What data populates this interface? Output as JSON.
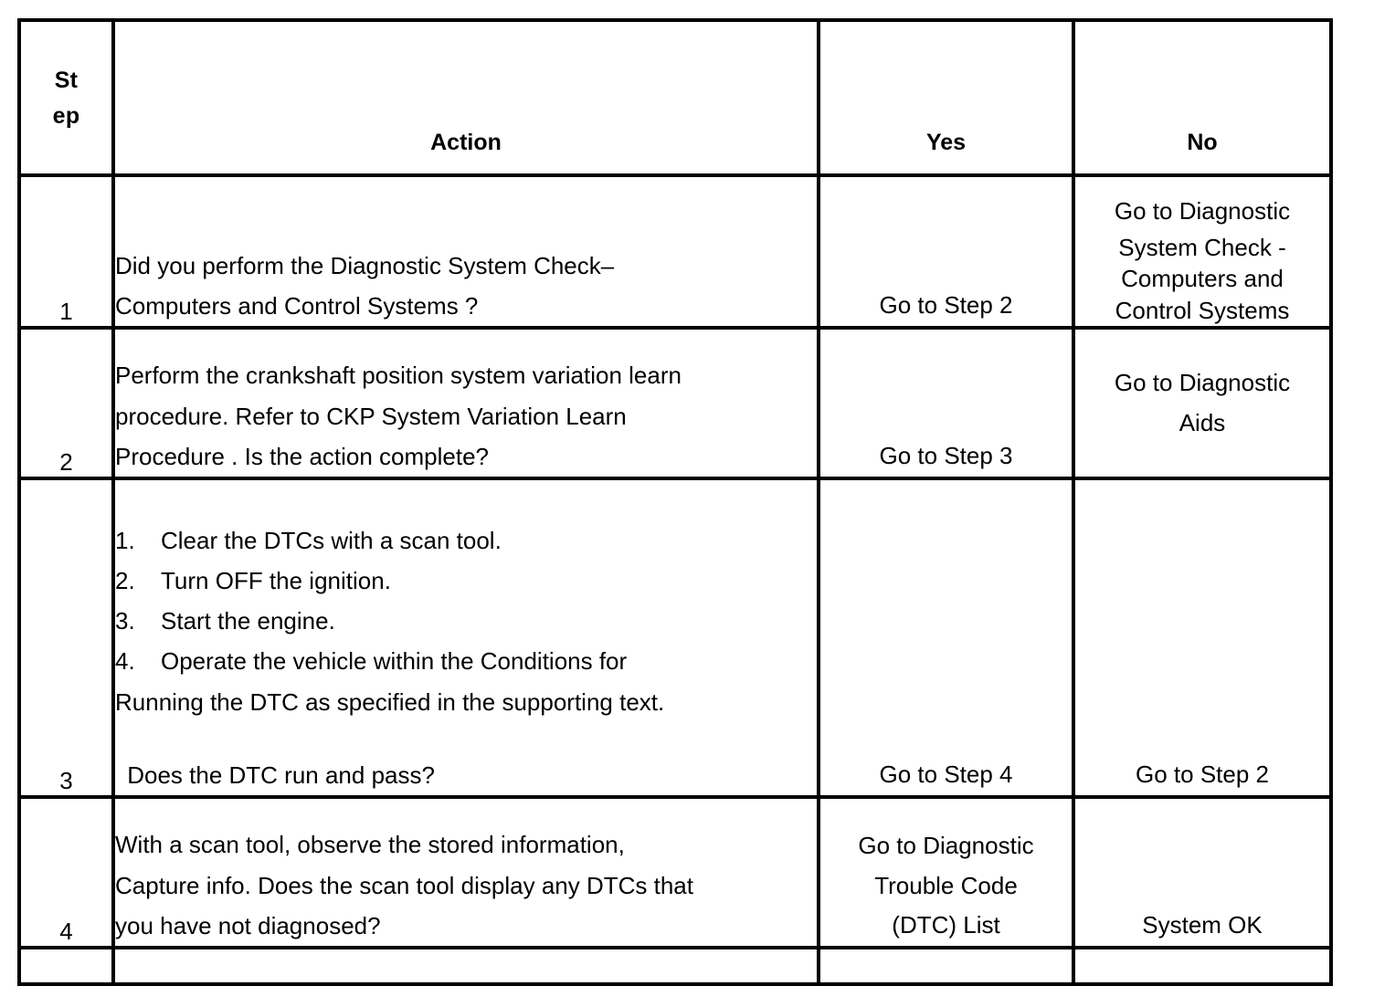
{
  "table": {
    "headers": {
      "step_line1": "St",
      "step_line2": "ep",
      "action": "Action",
      "yes": "Yes",
      "no": "No"
    },
    "rows": [
      {
        "step": "1",
        "action_lines": [
          "Did you perform the Diagnostic System Check–",
          "Computers and Control Systems ?"
        ],
        "yes_lines": [
          "Go to Step 2"
        ],
        "no_lines": [
          "Go to Diagnostic",
          "System Check -",
          "Computers and",
          "Control Systems"
        ]
      },
      {
        "step": "2",
        "action_lines": [
          "Perform the crankshaft position system variation learn",
          "procedure. Refer to CKP System Variation Learn",
          "Procedure . Is the action complete?"
        ],
        "yes_lines": [
          "Go to Step 3"
        ],
        "no_lines": [
          "Go to Diagnostic",
          "Aids"
        ]
      },
      {
        "step": "3",
        "procedure": [
          {
            "num": "1.",
            "text": "Clear the DTCs with a scan tool."
          },
          {
            "num": "2.",
            "text": "Turn OFF the ignition."
          },
          {
            "num": "3.",
            "text": "Start the engine."
          },
          {
            "num": "4.",
            "text": "Operate the vehicle within the Conditions for"
          }
        ],
        "procedure_continuation": "Running the DTC as specified in the supporting text.",
        "question": " Does the DTC run and pass?",
        "yes_lines": [
          "Go to Step 4"
        ],
        "no_lines": [
          "Go to Step 2"
        ]
      },
      {
        "step": "4",
        "action_lines": [
          "With a scan tool, observe the stored information,",
          "Capture info. Does the scan tool display any DTCs that",
          "you have not diagnosed?"
        ],
        "yes_lines": [
          "Go to Diagnostic",
          "Trouble Code",
          "(DTC) List"
        ],
        "no_lines": [
          "System OK"
        ]
      }
    ]
  },
  "colors": {
    "border": "#000000",
    "text": "#000000",
    "background": "#ffffff"
  }
}
